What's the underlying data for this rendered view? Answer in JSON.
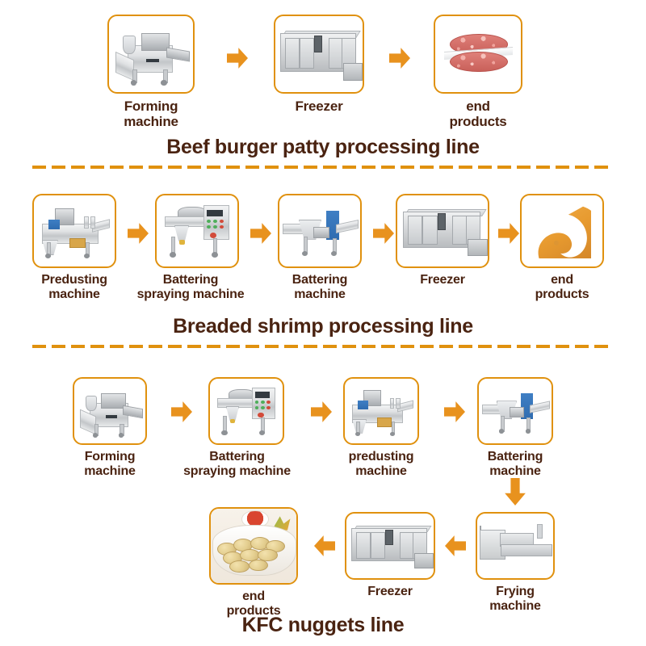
{
  "colors": {
    "accent_orange": "#E0910E",
    "arrow_orange": "#E8921E",
    "title_brown": "#4A2311",
    "background": "#FFFFFF"
  },
  "sections": [
    {
      "id": "beef-burger-patty-line",
      "title": "Beef burger patty processing line",
      "flow_direction": "left-to-right",
      "steps": [
        {
          "label": "Forming\nmachine",
          "image": "forming-machine"
        },
        {
          "label": "Freezer",
          "image": "freezer-tunnel"
        },
        {
          "label": "end\nproducts",
          "image": "beef-patty"
        }
      ],
      "arrows": [
        "arrow-right",
        "arrow-right"
      ]
    },
    {
      "id": "breaded-shrimp-line",
      "title": "Breaded shrimp processing line",
      "flow_direction": "left-to-right",
      "steps": [
        {
          "label": "Predusting\nmachine",
          "image": "predusting-machine"
        },
        {
          "label": "Battering\nspraying machine",
          "image": "battering-spraying-machine"
        },
        {
          "label": "Battering\nmachine",
          "image": "battering-machine"
        },
        {
          "label": "Freezer",
          "image": "freezer-tunnel"
        },
        {
          "label": "end\nproducts",
          "image": "breaded-shrimp"
        }
      ],
      "arrows": [
        "arrow-right",
        "arrow-right",
        "arrow-right",
        "arrow-right"
      ]
    },
    {
      "id": "kfc-nuggets-line",
      "title": "KFC nuggets line",
      "flow_direction": "serpentine",
      "steps": [
        {
          "label": "Forming\nmachine",
          "image": "forming-machine"
        },
        {
          "label": "Battering\nspraying machine",
          "image": "battering-spraying-machine"
        },
        {
          "label": "predusting\nmachine",
          "image": "predusting-machine"
        },
        {
          "label": "Battering\nmachine",
          "image": "battering-machine"
        },
        {
          "label": "Frying\nmachine",
          "image": "frying-machine"
        },
        {
          "label": "Freezer",
          "image": "freezer-tunnel"
        },
        {
          "label": "end\nproducts",
          "image": "nuggets-plate"
        }
      ],
      "arrows": [
        "arrow-right",
        "arrow-right",
        "arrow-right",
        "arrow-down",
        "arrow-left",
        "arrow-left"
      ]
    }
  ]
}
